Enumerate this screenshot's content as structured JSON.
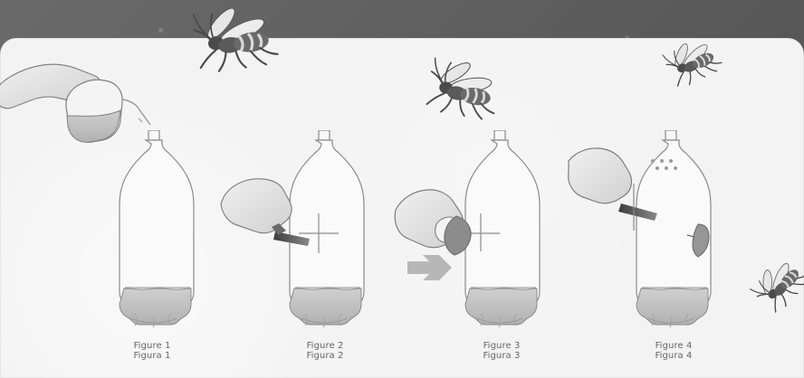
{
  "captions": [
    {
      "en": "Figure 1",
      "es": "Figura 1"
    },
    {
      "en": "Figure 2",
      "es": "Figura 2"
    },
    {
      "en": "Figure 3",
      "es": "Figura 3"
    },
    {
      "en": "Figure 4",
      "es": "Figura 4"
    }
  ],
  "icons": [
    "wasp-icon",
    "hand-icon",
    "bottle-icon",
    "knife-icon",
    "arrow-right-icon"
  ],
  "colors": {
    "background": "#5a5a5a",
    "panel": "#f3f3f3",
    "line": "#7a7a7a",
    "liquid": "#bdbdbd",
    "wasp": "#4a4a4a"
  }
}
